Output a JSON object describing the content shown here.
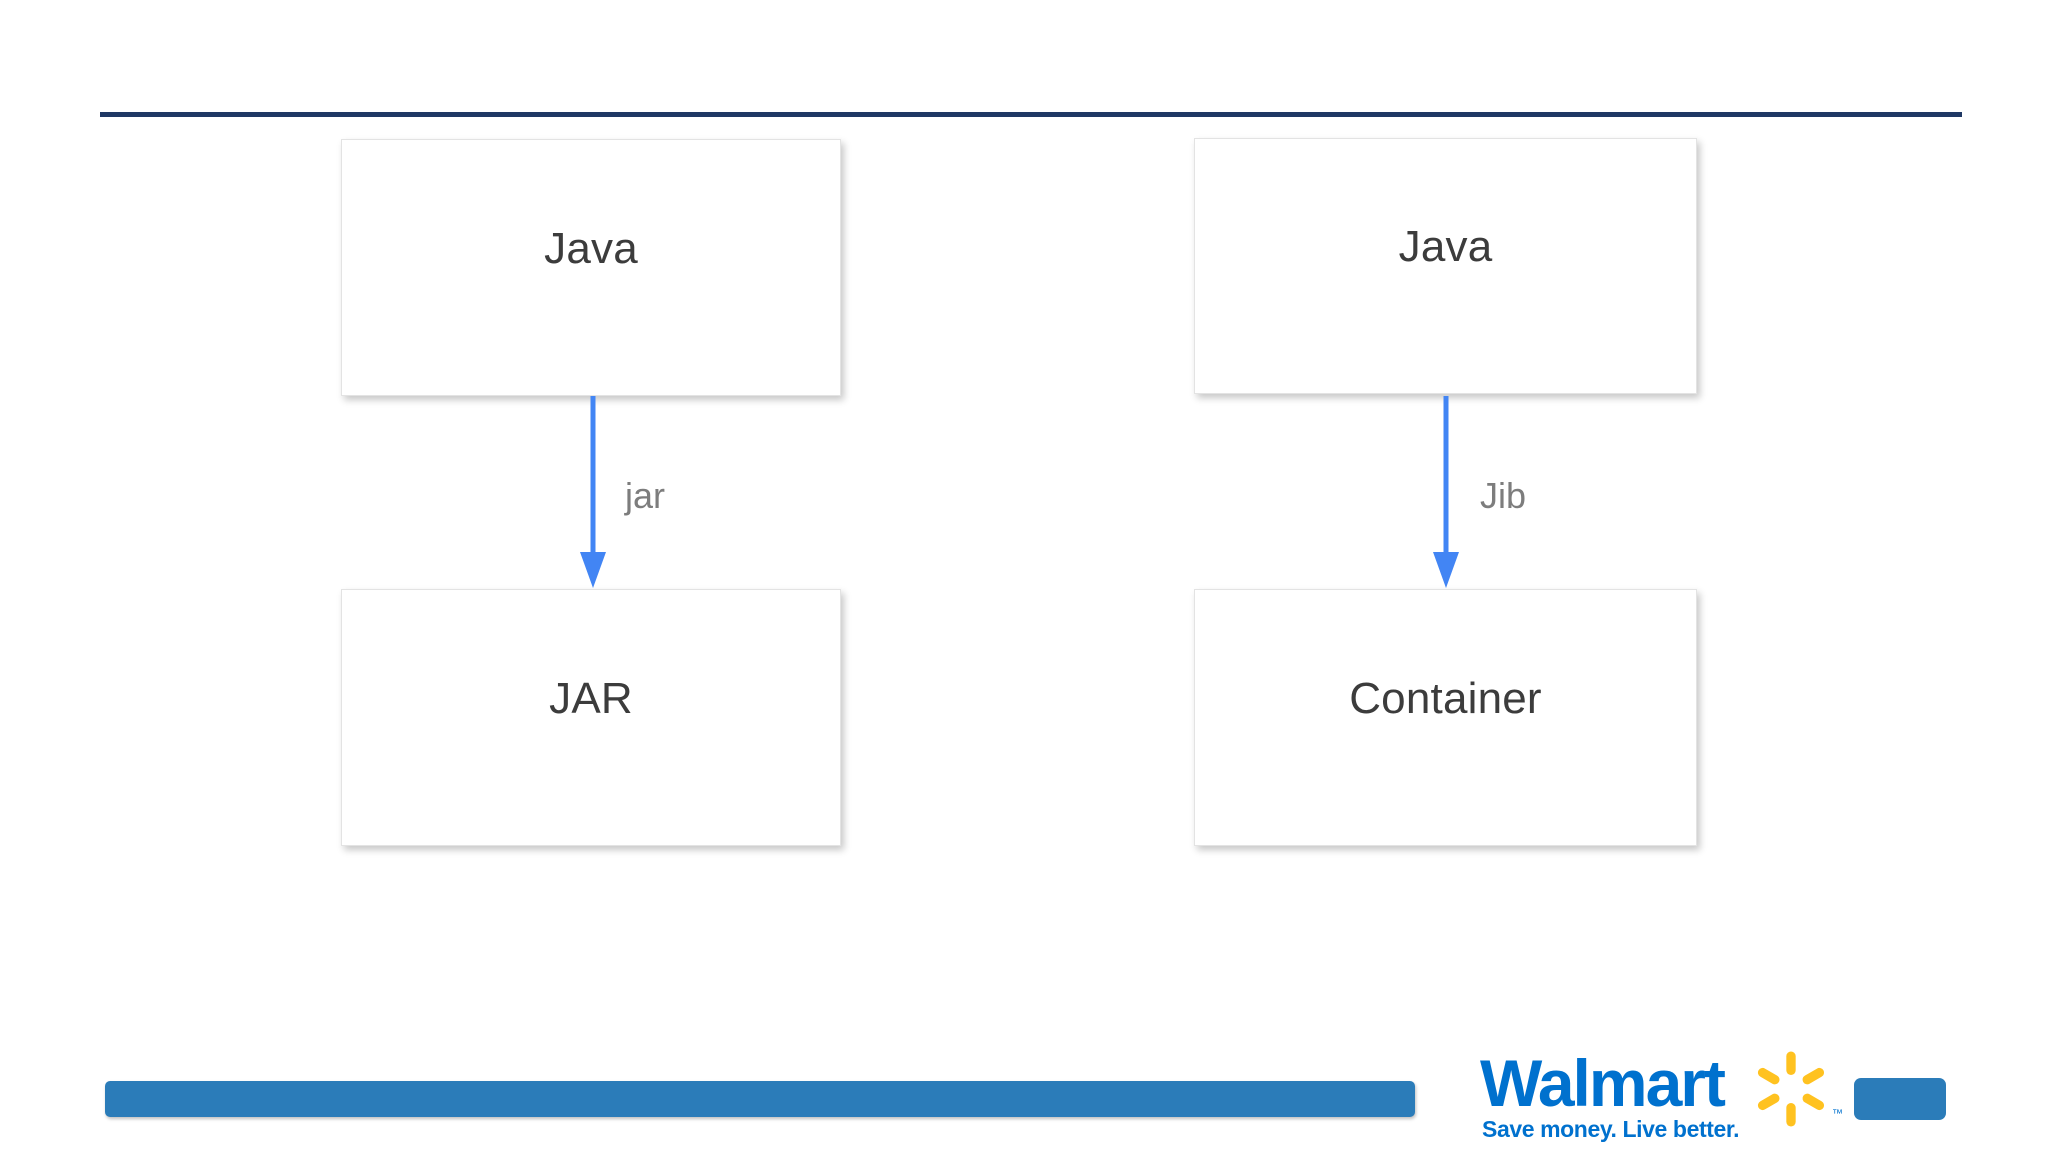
{
  "slide": {
    "background_color": "#ffffff",
    "top_rule_color": "#1f3864"
  },
  "diagram": {
    "type": "flow",
    "accent_color": "#4285f4",
    "node_text_color": "#3c3c3c",
    "edge_label_color": "#7d7d7d",
    "flows": [
      {
        "id": "jar-flow",
        "source_label": "Java",
        "edge_label": "jar",
        "target_label": "JAR"
      },
      {
        "id": "jib-flow",
        "source_label": "Java",
        "edge_label": "Jib",
        "target_label": "Container"
      }
    ],
    "nodes": {
      "java_left": "Java",
      "jar": "JAR",
      "java_right": "Java",
      "container": "Container"
    },
    "edges": {
      "jar": "jar",
      "jib": "Jib"
    }
  },
  "footer": {
    "bar_color": "#2b7cb9",
    "chip_color": "#2b7cb9",
    "logo": {
      "wordmark": "Walmart",
      "tagline": "Save money. Live better.",
      "trademark": "™",
      "brand_blue": "#0071ce",
      "spark_yellow": "#ffc220",
      "spark_icon": "walmart-spark-icon"
    }
  }
}
